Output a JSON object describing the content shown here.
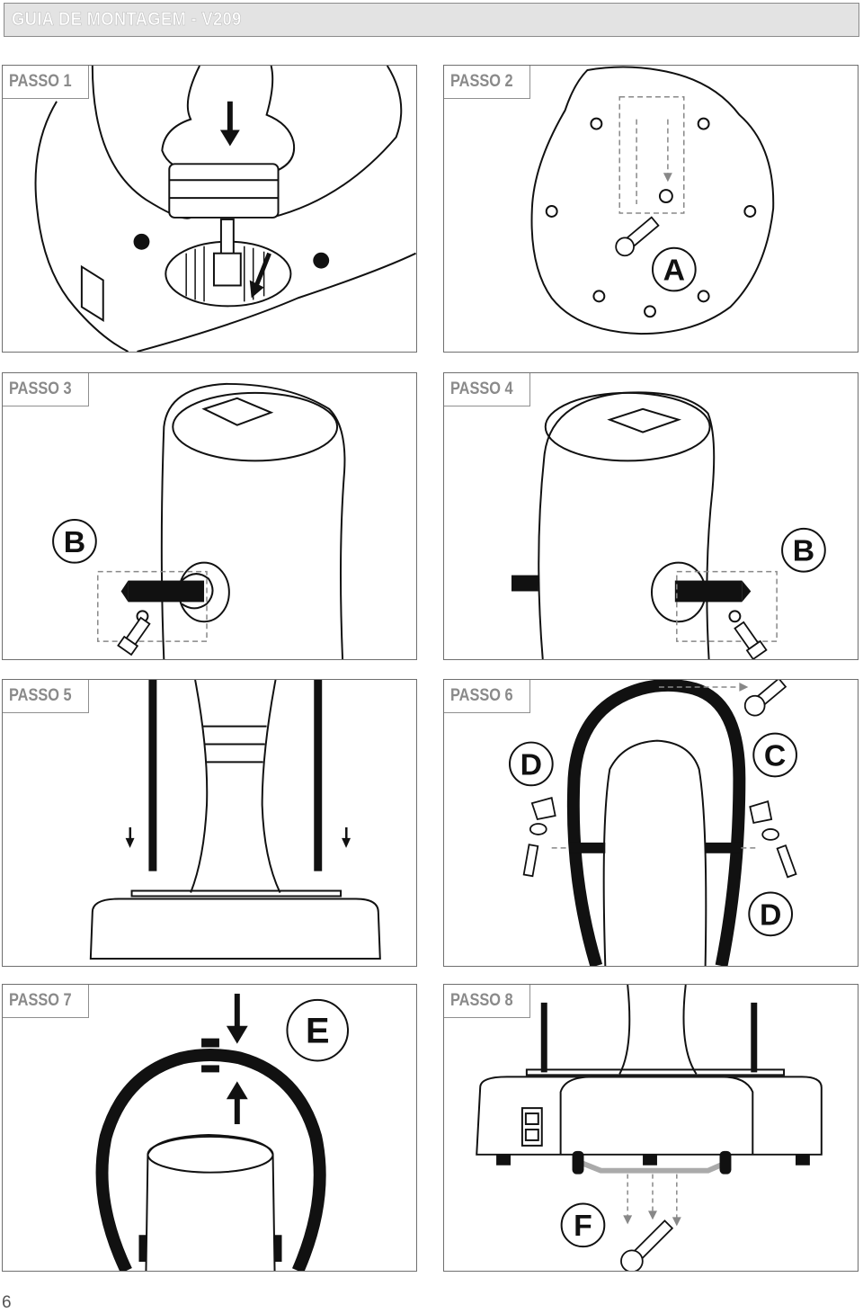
{
  "header": {
    "title": "GUIA DE MONTAGEM - V209"
  },
  "steps": [
    {
      "label": "PASSO 1"
    },
    {
      "label": "PASSO 2",
      "parts": [
        "A"
      ]
    },
    {
      "label": "PASSO 3",
      "parts": [
        "B"
      ]
    },
    {
      "label": "PASSO 4",
      "parts": [
        "B"
      ]
    },
    {
      "label": "PASSO 5"
    },
    {
      "label": "PASSO 6",
      "parts": [
        "D",
        "C",
        "D"
      ]
    },
    {
      "label": "PASSO 7",
      "parts": [
        "E"
      ]
    },
    {
      "label": "PASSO 8",
      "parts": [
        "F"
      ]
    }
  ],
  "footer": {
    "page_number": "6"
  }
}
